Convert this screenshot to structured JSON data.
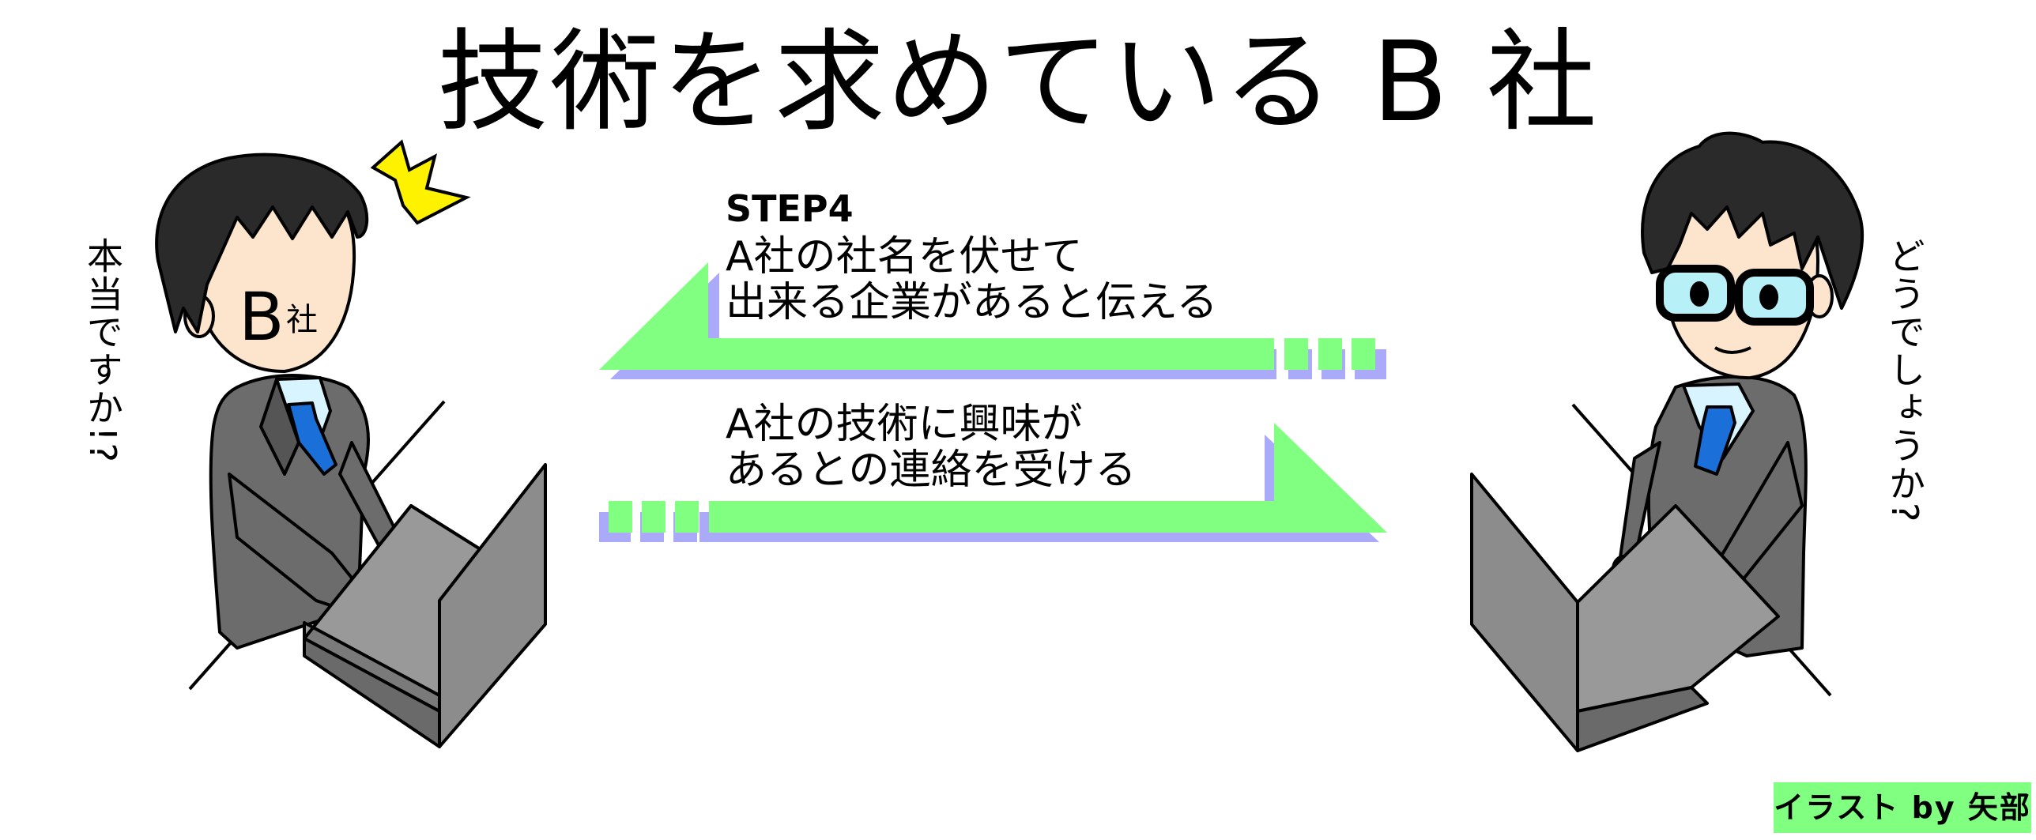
{
  "title": "技術を求めている B 社",
  "step": {
    "label": "STEP4",
    "message_top": "A社の社名を伏せて\n出来る企業があると伝える",
    "message_bottom": "A社の技術に興味が\nあるとの連絡を受ける"
  },
  "left_person": {
    "badge": "B",
    "badge_small": "社",
    "speech": "本当ですか!?"
  },
  "right_person": {
    "speech": "どうでしょうか?"
  },
  "credit": "イラスト by  矢部",
  "colors": {
    "arrow_green": "#80ff80",
    "arrow_shadow": "#aaaaf8",
    "tie_blue": "#1a6fd8",
    "shirt": "#d8f4ff",
    "suit": "#666666",
    "skin": "#fde4cc",
    "hair": "#2a2a2a",
    "laptop": "#8c8c8c",
    "surprise_mark": "#fff200",
    "glasses_lens": "#b8f0f8",
    "credit_bg": "#80ff80"
  }
}
